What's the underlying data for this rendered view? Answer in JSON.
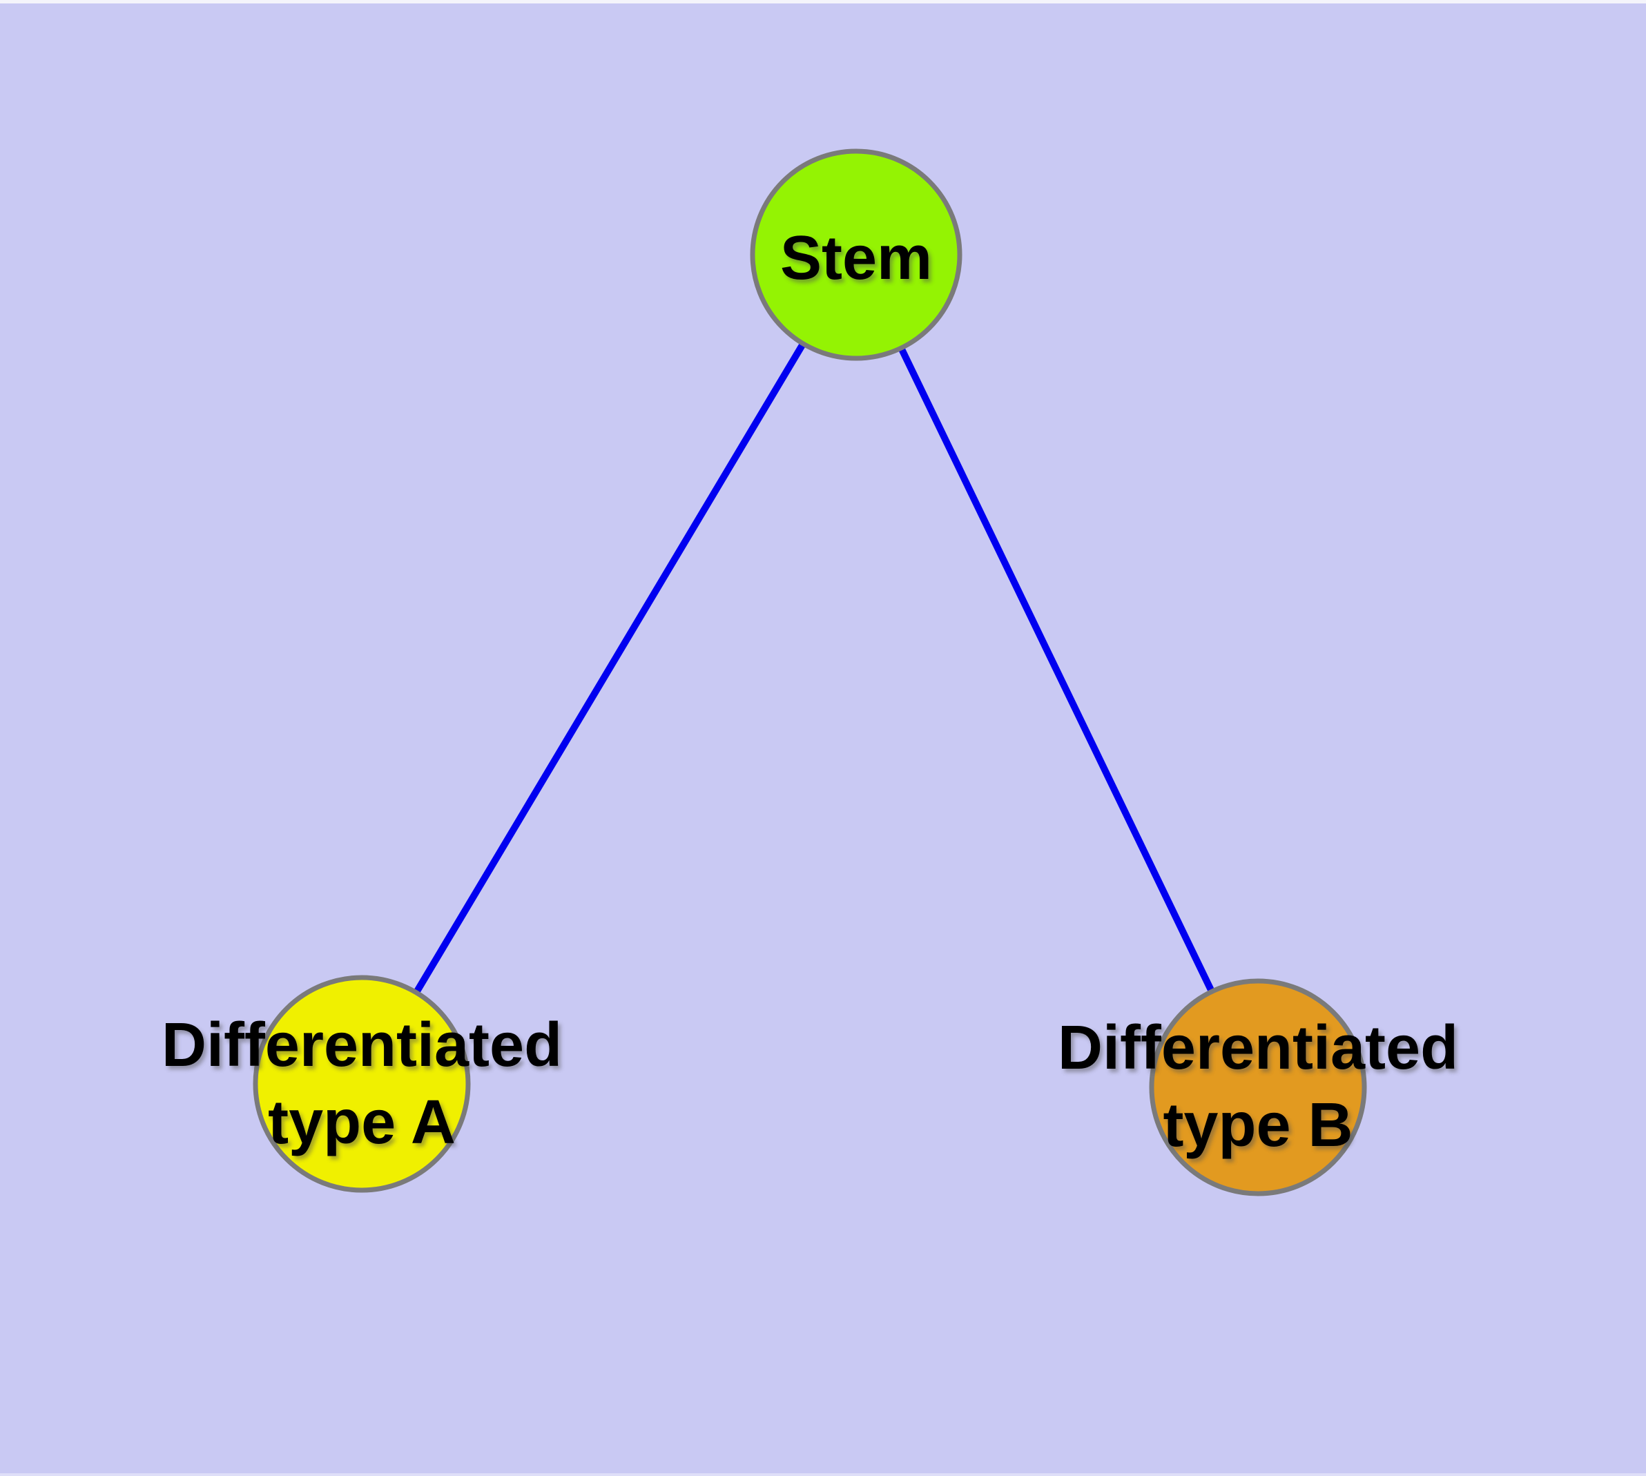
{
  "diagram": {
    "type": "graph",
    "colors": {
      "background": "#C9C9F3",
      "edge": "#0000F0",
      "node_border": "#7A7A7A",
      "label_text": "#000000"
    },
    "nodes": [
      {
        "id": "stem",
        "lines": [
          "Stem"
        ],
        "fill": "#94F303"
      },
      {
        "id": "differentiated-type-a",
        "lines": [
          "Differentiated",
          "type A"
        ],
        "fill": "#F0F000"
      },
      {
        "id": "differentiated-type-b",
        "lines": [
          "Differentiated",
          "type B"
        ],
        "fill": "#E29A20"
      }
    ],
    "edges": [
      {
        "from": "stem",
        "to": "differentiated-type-a"
      },
      {
        "from": "stem",
        "to": "differentiated-type-b"
      }
    ]
  }
}
